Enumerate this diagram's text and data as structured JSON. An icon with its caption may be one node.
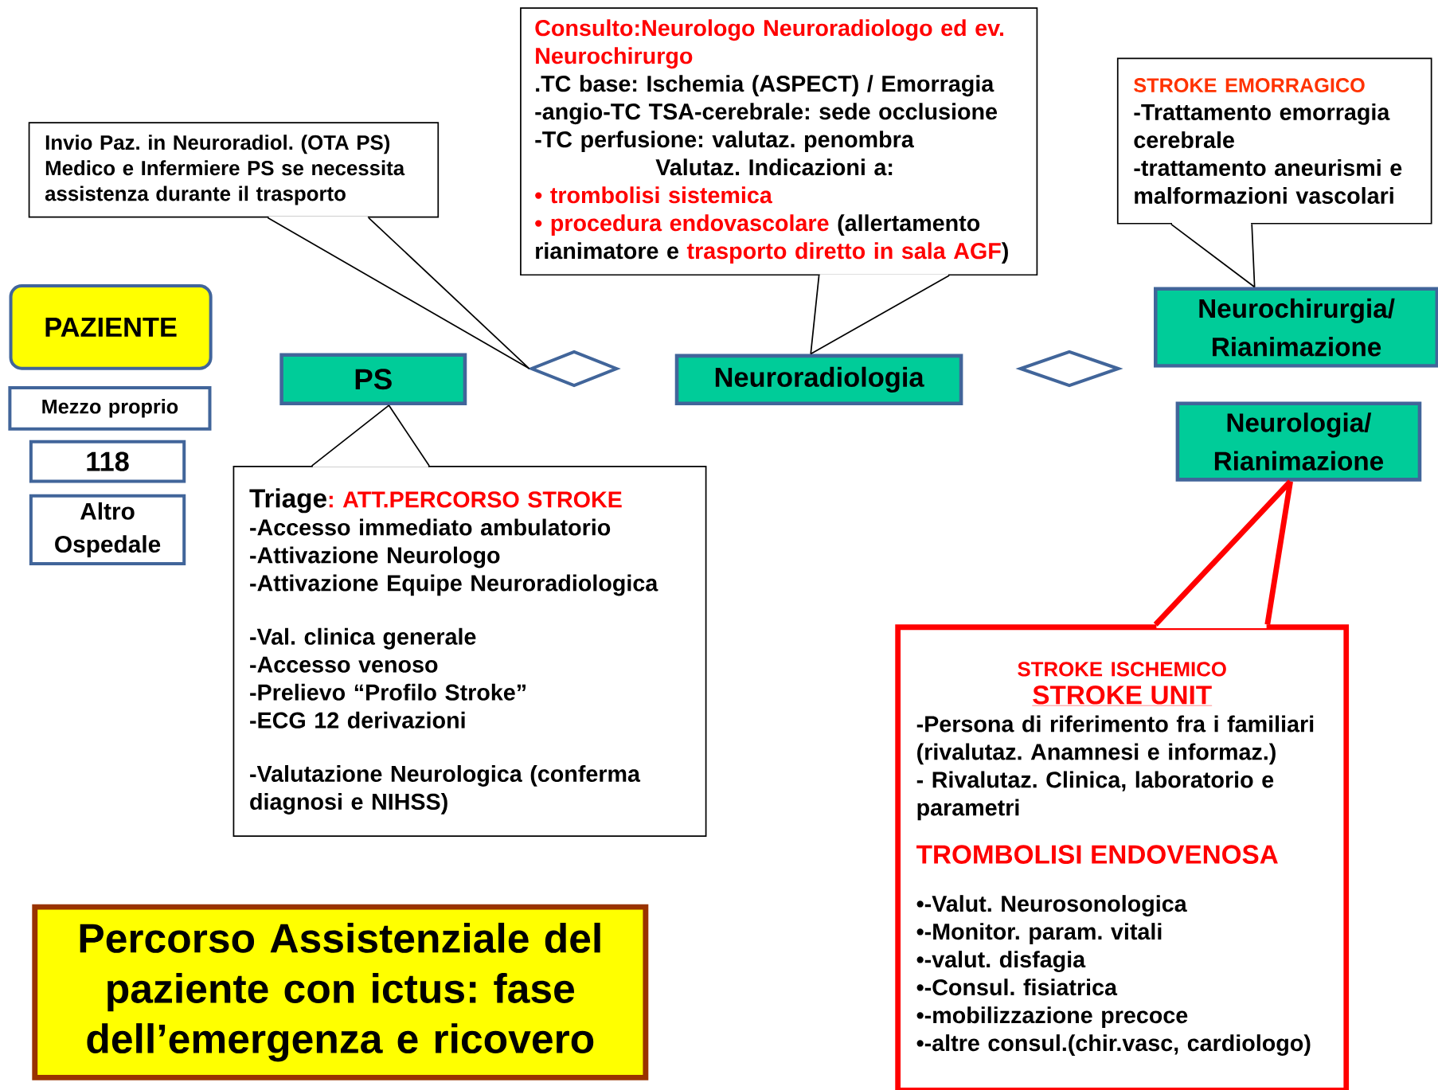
{
  "diagram": {
    "nodes": [
      {
        "text": [
          "Consulto:Neurologo Neuroradiologo ed ev. Neurochirurgo",
          ".TC base: Ischemia (ASPECT) / Emorragia",
          "-angio-TC TSA-cerebrale: sede occlusione",
          "-TC perfusione: valutaz. penombra",
          "Valutaz. Indicazioni a:",
          "• trombolisi sistemica",
          "• procedura endovascolare",
          "(allertamento rianimatore e",
          "trasporto diretto in sala AGF",
          ")"
        ]
      },
      {
        "text": [
          "STROKE EMORRAGICO",
          "-Trattamento emorragia cerebrale",
          "-trattamento aneurismi e malformazioni vascolari"
        ]
      },
      {
        "text": [
          "Invio Paz. in Neuroradiol. (OTA PS)",
          "Medico e Infermiere PS se necessita assistenza durante il trasporto"
        ]
      },
      {
        "text": [
          "PAZIENTE"
        ]
      },
      {
        "text": [
          "Neurochirurgia/ Rianimazione"
        ]
      },
      {
        "text": [
          "PS"
        ]
      },
      {
        "text": [],
        "shape": "diamond"
      },
      {
        "text": [
          "Neuroradiologia"
        ]
      },
      {
        "text": [],
        "shape": "diamond"
      },
      {
        "text": [
          "Mezzo proprio"
        ]
      },
      {
        "text": [
          "Neurologia/ Rianimazione"
        ]
      },
      {
        "text": [
          "118"
        ]
      },
      {
        "text": [
          "Triage",
          ": ATT.PERCORSO STROKE",
          "-Accesso immediato ambulatorio",
          "-Attivazione Neurologo",
          "-Attivazione Equipe Neuroradiologica",
          "-Val. clinica generale",
          "-Accesso venoso",
          "-Prelievo “Profilo Stroke”",
          "-ECG 12 derivazioni",
          "-Valutazione Neurologica (conferma diagnosi e NIHSS)"
        ]
      },
      {
        "text": [
          "Altro Ospedale"
        ]
      },
      {
        "text": [
          "STROKE ISCHEMICO",
          "STROKE UNIT",
          "-Persona di riferimento fra i familiari (rivalutaz. Anamnesi e informaz.)",
          "- Rivalutaz. Clinica, laboratorio e parametri",
          "TROMBOLISI ENDOVENOSA",
          "•-Valut. Neurosonologica",
          "•-Monitor. param. vitali",
          "•-valut. disfagia",
          "•-Consul. fisiatrica",
          "•-mobilizzazione precoce",
          "•-altre consul.(chir.vasc, cardiologo)"
        ]
      },
      {
        "text": [
          "Percorso Assistenziale del paziente con ictus: fase dell’emergenza e ricovero"
        ]
      }
    ],
    "edges": [
      {
        "from": 2,
        "to": 6,
        "arrow": "none"
      },
      {
        "from": 0,
        "to": 7,
        "arrow": "none"
      },
      {
        "from": 1,
        "to": 4,
        "arrow": "none"
      },
      {
        "from": 12,
        "to": 5,
        "arrow": "none"
      },
      {
        "from": 14,
        "to": 10,
        "arrow": "none",
        "style": "thick",
        "color": "#ff0000"
      }
    ]
  }
}
